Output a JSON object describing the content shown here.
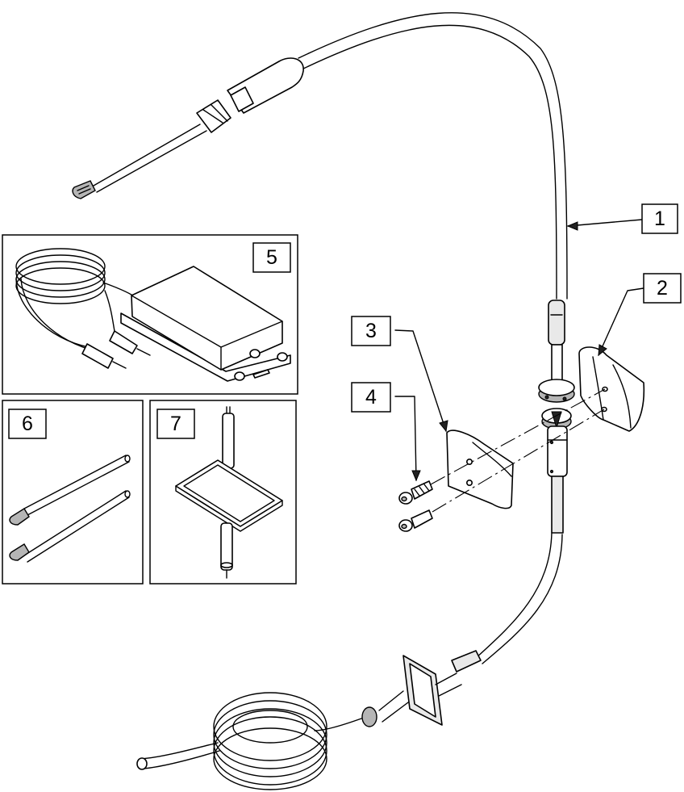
{
  "callouts": [
    {
      "id": "1",
      "label": "1"
    },
    {
      "id": "2",
      "label": "2"
    },
    {
      "id": "3",
      "label": "3"
    },
    {
      "id": "4",
      "label": "4"
    },
    {
      "id": "5",
      "label": "5"
    },
    {
      "id": "6",
      "label": "6"
    },
    {
      "id": "7",
      "label": "7"
    }
  ],
  "colors": {
    "line": "#000000",
    "background": "#ffffff",
    "shade": "#e9e9e9"
  }
}
